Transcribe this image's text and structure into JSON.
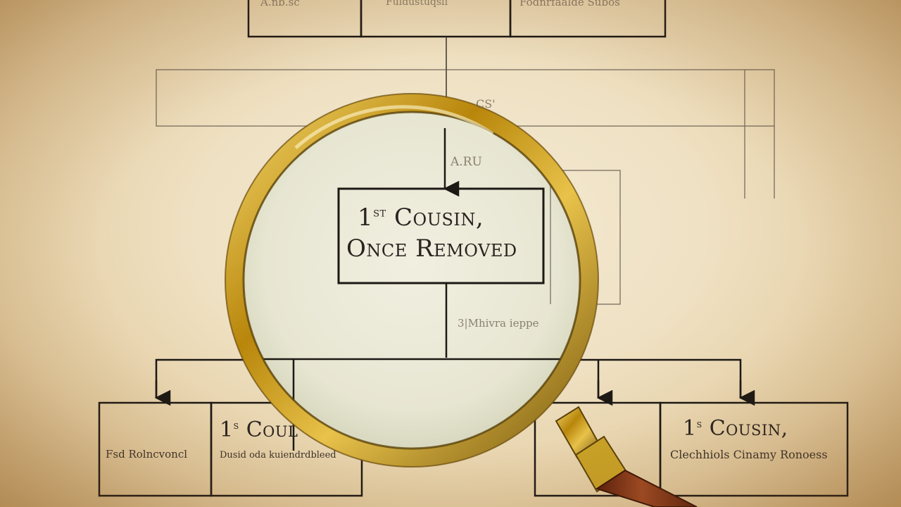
{
  "center_box": {
    "line1_prefix": "1",
    "line1_sup": "st",
    "line1_rest": "Cousin,",
    "line2": "Once Removed"
  },
  "bottom_left": {
    "label_a": "Fsd Rolncvoncl",
    "heading_prefix": "1",
    "heading_sup": "s",
    "heading_rest": "Coul",
    "subtext": "Dusid oda kuiendrdbleed"
  },
  "bottom_right": {
    "heading_prefix": "1",
    "heading_sup": "s",
    "heading_rest": "Cousin,",
    "subtext": "Clechhiols Cinamy Ronoess"
  },
  "faint_labels": {
    "top_box_1": "A.nb.sc",
    "top_box_2": "Fuldustuqsli",
    "top_box_3": "Fodnrfaalde Subos",
    "mid": "CS'",
    "under_lens": "A.RU",
    "side_note": "3|Mhivra ieppe"
  },
  "colors": {
    "paper": "#efe1c3",
    "ink": "#2a2420",
    "lens_frame": "#c9a227",
    "handle_wood": "#8b3a1a"
  }
}
